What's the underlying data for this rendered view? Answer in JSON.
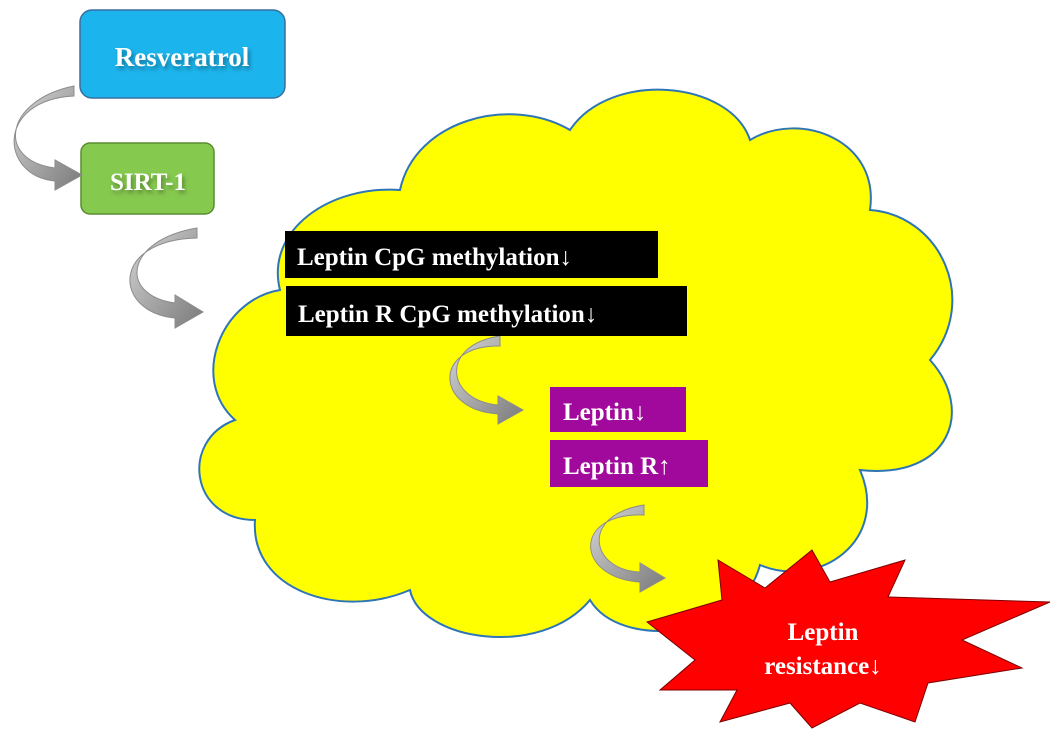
{
  "diagram": {
    "nodes": {
      "resveratrol": {
        "label": "Resveratrol",
        "fill": "#1CB4EC"
      },
      "sirt1": {
        "label": "SIRT-1",
        "fill": "#86C94F"
      },
      "leptin_cpg": {
        "label": "Leptin CpG methylation↓",
        "fill": "#000000"
      },
      "leptin_r_cpg": {
        "label": "Leptin R CpG methylation↓",
        "fill": "#000000"
      },
      "leptin": {
        "label": "Leptin↓",
        "fill": "#A0099C"
      },
      "leptin_r": {
        "label": "Leptin R↑",
        "fill": "#A0099C"
      },
      "leptin_resistance": {
        "line1": "Leptin",
        "line2": "resistance↓",
        "fill": "#FF0000"
      }
    },
    "cloud": {
      "fill": "#FFFF00",
      "stroke": "#2E75B6"
    },
    "arrows": {
      "color": "#8C8C8C",
      "icon": "curved-arrow-icon"
    }
  }
}
